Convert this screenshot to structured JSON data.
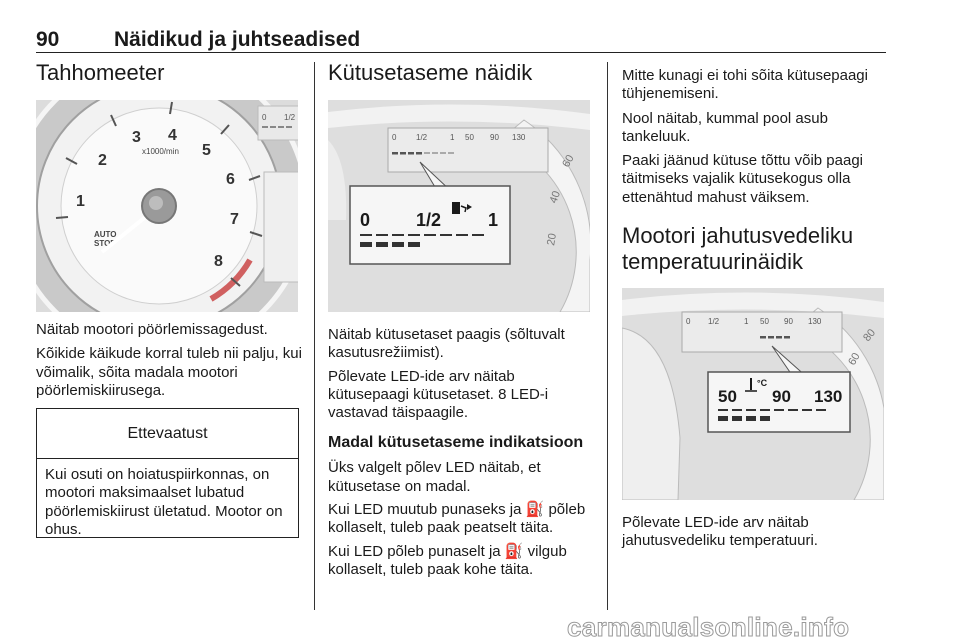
{
  "header": {
    "page_number": "90",
    "title": "Näidikud ja juhtseadised"
  },
  "col1": {
    "heading": "Tahhomeeter",
    "figure": {
      "gauge_numbers": [
        "1",
        "2",
        "3",
        "4",
        "5",
        "6",
        "7",
        "8"
      ],
      "unit_label": "x1000/min",
      "autostop_line1": "AUTO",
      "autostop_line2": "STOP",
      "fuel_zero": "0",
      "fuel_half": "1/2"
    },
    "para1": "Näitab mootori pöörlemissagedust.",
    "para2": "Kõikide käikude korral tuleb nii palju, kui võimalik, sõita madala mootori pöörlemiskiirusega.",
    "warning": {
      "title": "Ettevaatust",
      "body": "Kui osuti on hoiatuspiirkonnas, on mootori maksimaalset lubatud pöörlemiskiirust ületatud. Mootor on ohus."
    }
  },
  "col2": {
    "heading": "Kütusetaseme näidik",
    "figure": {
      "small_labels": [
        "0",
        "1/2",
        "1",
        "50",
        "90",
        "130"
      ],
      "zoom_zero": "0",
      "zoom_half": "1/2",
      "zoom_full": "1",
      "speed_labels": [
        "40",
        "60",
        "20"
      ]
    },
    "para1": "Näitab kütusetaset paagis (sõltuvalt kasutusrežiimist).",
    "para2": "Põlevate LED-ide arv näitab kütusepaagi kütusetaset. 8 LED-i vastavad täispaagile.",
    "subheading": "Madal kütusetaseme indikatsioon",
    "para3": "Üks valgelt põlev LED näitab, et kütusetase on madal.",
    "para4": "Kui LED muutub punaseks ja ⛽ põleb kollaselt, tuleb paak peatselt täita.",
    "para5": "Kui LED põleb punaselt ja ⛽ vilgub kollaselt, tuleb paak kohe täita."
  },
  "col3": {
    "para1": "Mitte kunagi ei tohi sõita kütusepaagi tühjenemiseni.",
    "para2": "Nool näitab, kummal pool asub tankeluuk.",
    "para3": "Paaki jäänud kütuse tõttu võib paagi täitmiseks vajalik kütusekogus olla ettenähtud mahust väiksem.",
    "heading": "Mootori jahutusvedeliku temperatuurinäidik",
    "figure": {
      "small_labels": [
        "0",
        "1/2",
        "1",
        "50",
        "90",
        "130"
      ],
      "zoom_50": "50",
      "zoom_90": "90",
      "zoom_130": "130",
      "temp_unit": "°C",
      "speed_labels": [
        "60",
        "80"
      ]
    },
    "para4": "Põlevate LED-ide arv näitab jahutusvedeliku temperatuuri."
  },
  "watermark": "carmanualsonline.info"
}
